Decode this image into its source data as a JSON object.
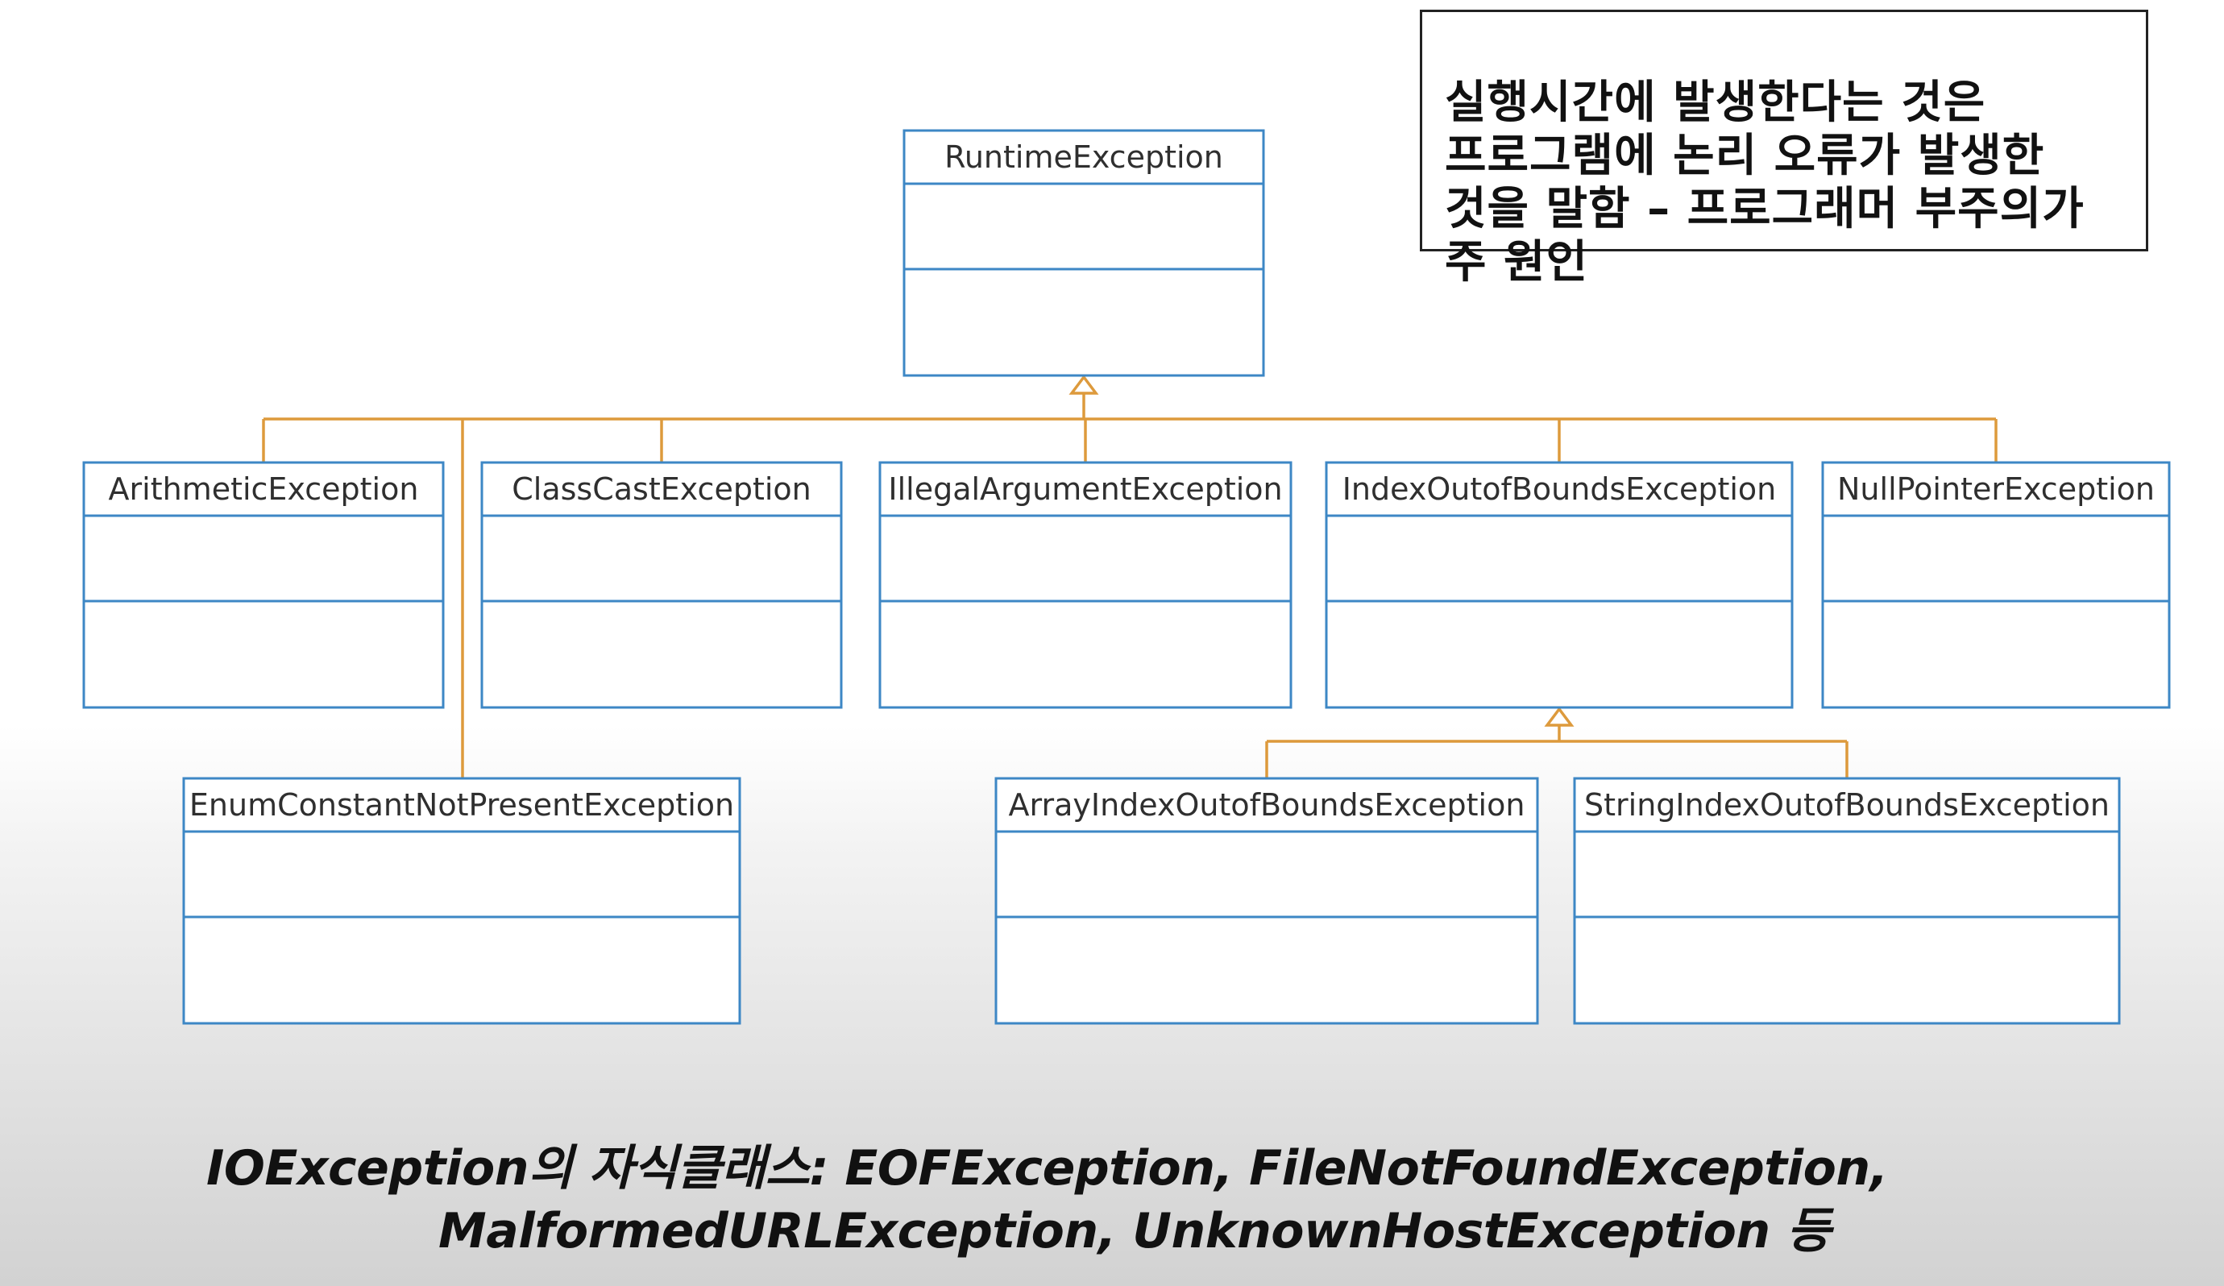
{
  "diagram": {
    "classes": [
      {
        "id": "runtime",
        "name": "RuntimeException"
      },
      {
        "id": "arith",
        "name": "ArithmeticException"
      },
      {
        "id": "classcast",
        "name": "ClassCastException"
      },
      {
        "id": "illegal",
        "name": "IllegalArgumentException"
      },
      {
        "id": "index",
        "name": "IndexOutofBoundsException"
      },
      {
        "id": "nullptr",
        "name": "NullPointerException"
      },
      {
        "id": "enumconst",
        "name": "EnumConstantNotPresentException"
      },
      {
        "id": "arrayidx",
        "name": "ArrayIndexOutofBoundsException"
      },
      {
        "id": "stringidx",
        "name": "StringIndexOutofBoundsException"
      }
    ],
    "inheritance": [
      {
        "parent": "runtime",
        "children": [
          "arith",
          "classcast",
          "illegal",
          "index",
          "nullptr",
          "enumconst"
        ]
      },
      {
        "parent": "index",
        "children": [
          "arrayidx",
          "stringidx"
        ]
      }
    ],
    "colors": {
      "class_border": "#3d87c5",
      "edge": "#dd9a3c"
    }
  },
  "note": {
    "text": "실행시간에 발생한다는 것은\n프로그램에 논리 오류가 발생한\n것을 말함 – 프로그래머 부주의가\n주 원인"
  },
  "caption": {
    "line1": "IOException의 자식클래스: EOFException, FileNotFoundException,",
    "line2": "MalformedURLException, UnknownHostException 등"
  }
}
